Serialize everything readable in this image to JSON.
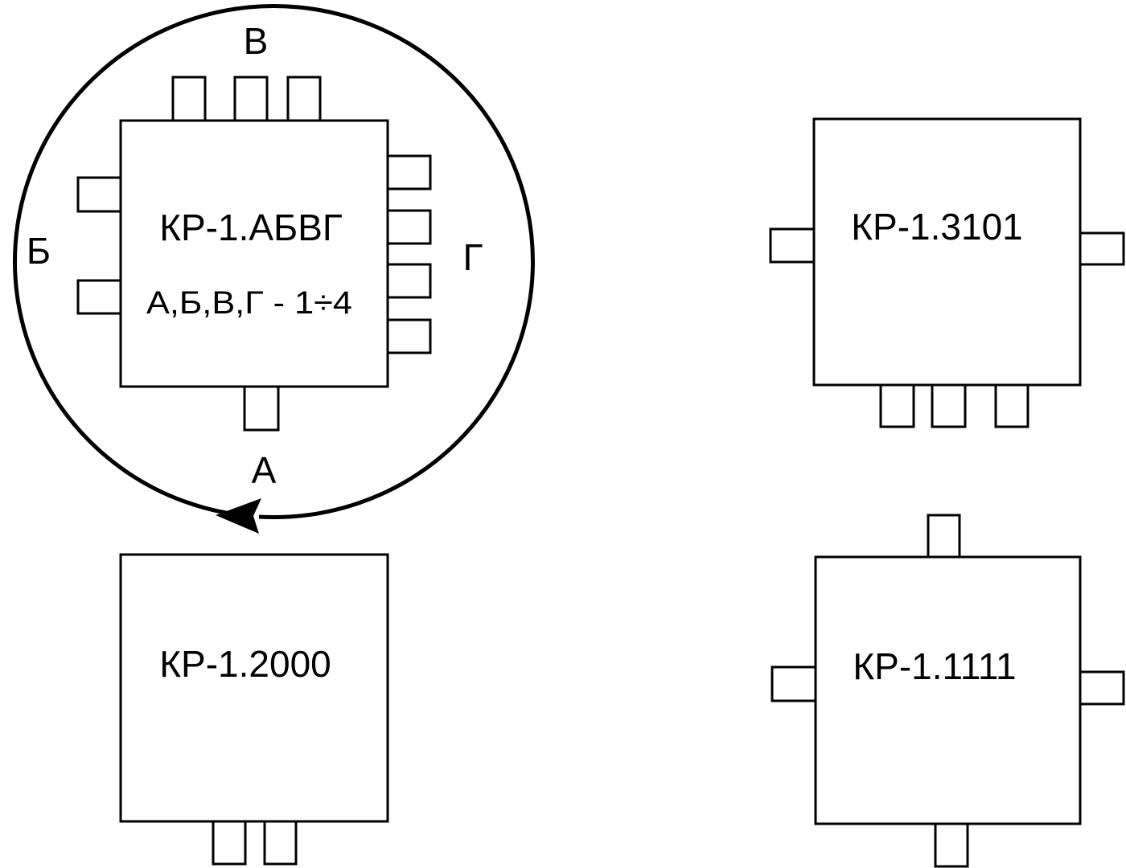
{
  "diagram": {
    "boxes": [
      {
        "label": "КР-1.АБВГ",
        "sublabel": "А,Б,В,Г - 1÷4"
      },
      {
        "label": "КР-1.3101"
      },
      {
        "label": "КР-1.2000"
      },
      {
        "label": "КР-1.1111"
      }
    ],
    "side_labels": {
      "top": "В",
      "left": "Б",
      "right": "Г",
      "bottom": "А"
    },
    "colors": {
      "stroke": "#000000",
      "background": "#ffffff"
    }
  }
}
